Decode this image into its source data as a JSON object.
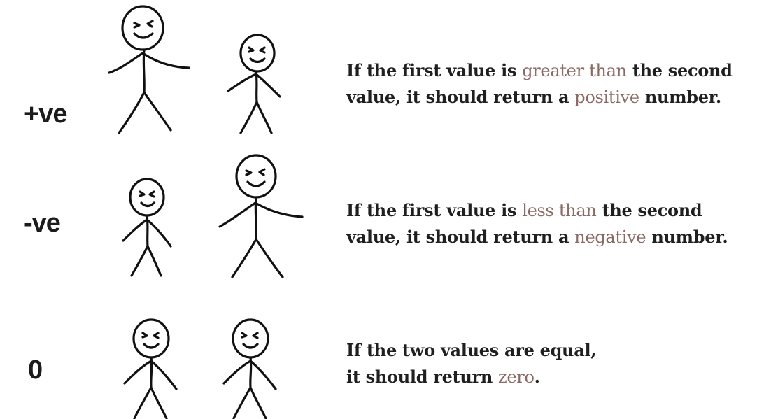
{
  "rows": [
    {
      "sign": "+ve",
      "line1": {
        "before": "If the first value is ",
        "highlight": "greater than",
        "after": " the second"
      },
      "line2": {
        "before": "value, it should return a ",
        "highlight": "positive",
        "after": " number."
      }
    },
    {
      "sign": "-ve",
      "line1": {
        "before": "If the first value is ",
        "highlight": "less than",
        "after": " the second"
      },
      "line2": {
        "before": "value, it should return a ",
        "highlight": "negative",
        "after": " number."
      }
    },
    {
      "sign": "0",
      "line1": {
        "before": "If the two values are equal,",
        "highlight": "",
        "after": ""
      },
      "line2": {
        "before": "it should return ",
        "highlight": "zero",
        "after": "."
      }
    }
  ],
  "colors": {
    "text": "#1f1f1f",
    "highlight": "#8a6a63",
    "ink": "#111111"
  }
}
